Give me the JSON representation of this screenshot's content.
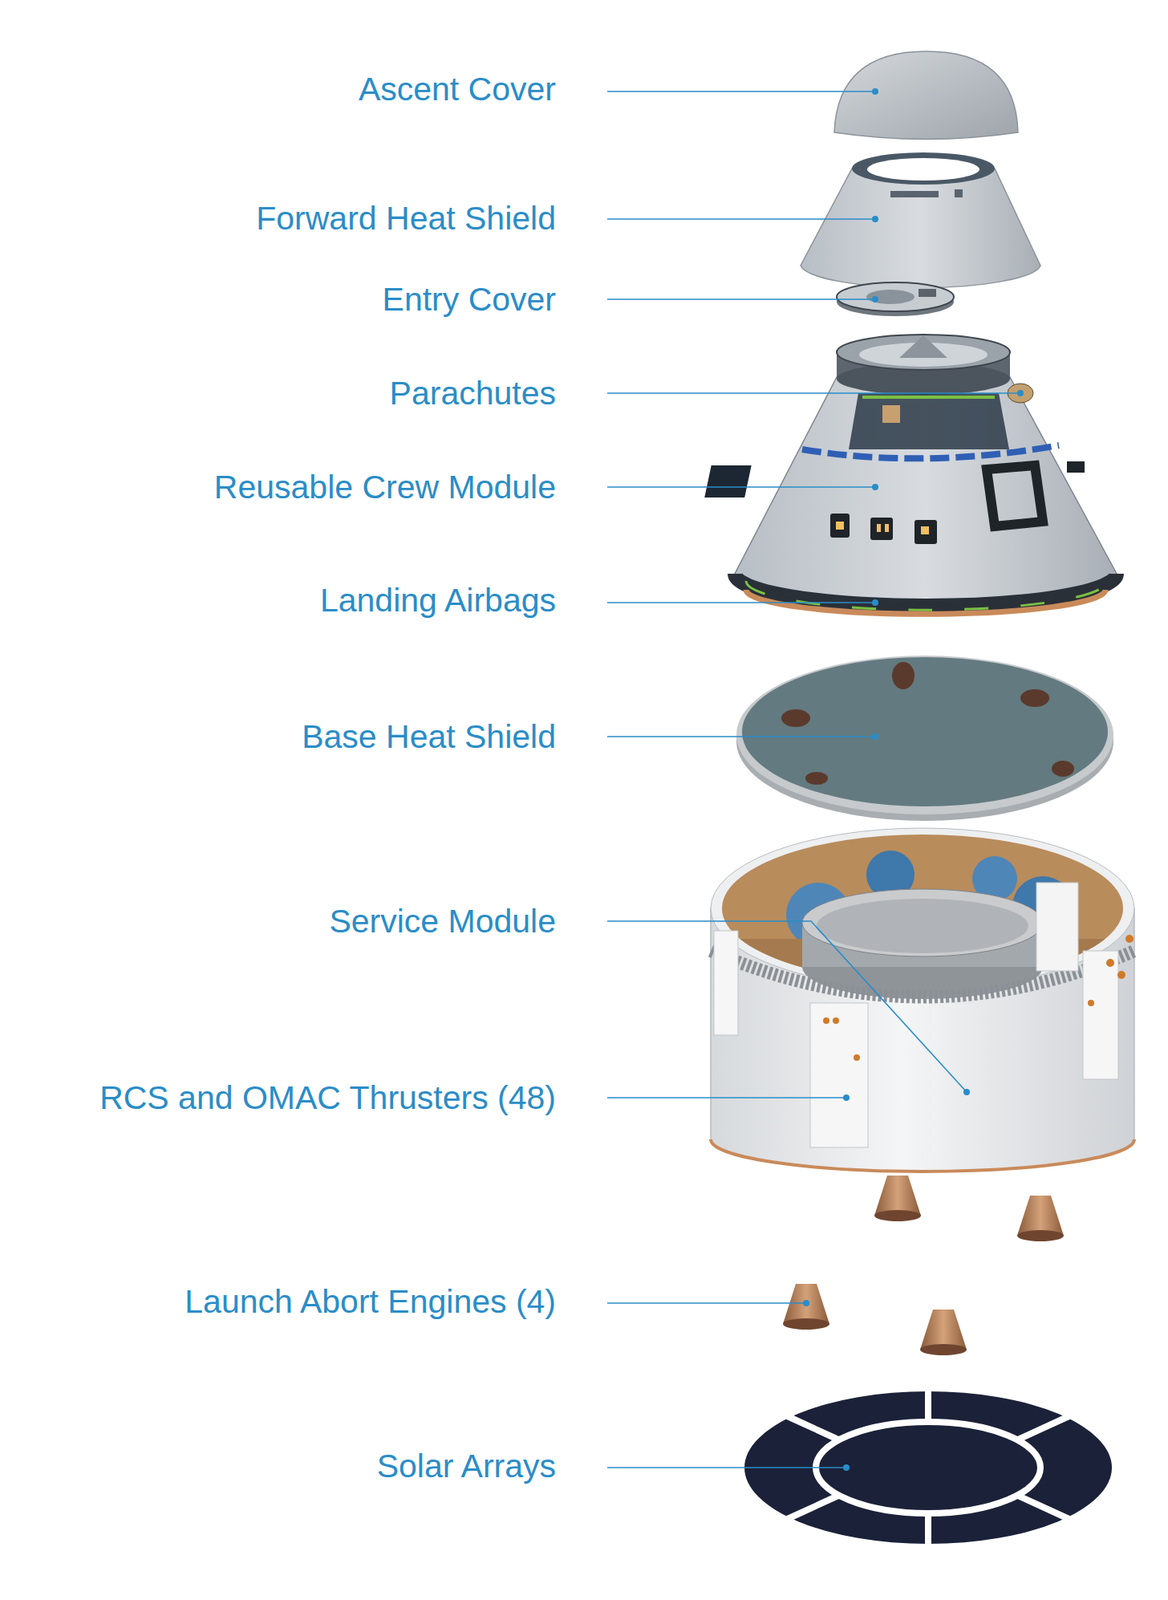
{
  "diagram": {
    "labels": [
      "Ascent Cover",
      "Forward Heat Shield",
      "Entry Cover",
      "Parachutes",
      "Reusable Crew Module",
      "Landing Airbags",
      "Base Heat Shield",
      "Service Module",
      "RCS and OMAC Thrusters (48)",
      "Launch Abort Engines (4)",
      "Solar Arrays"
    ]
  }
}
